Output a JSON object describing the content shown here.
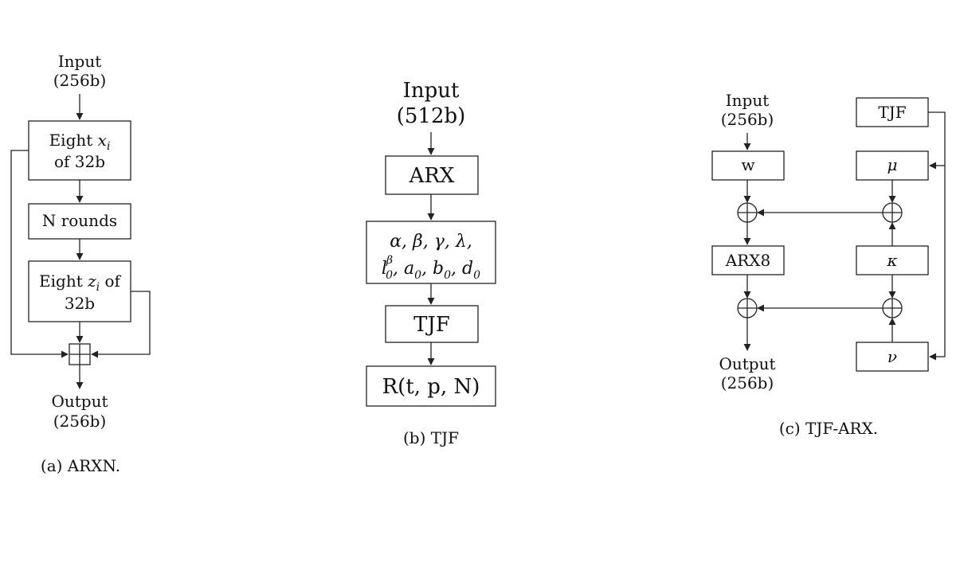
{
  "panel_a": {
    "input_line1": "Input",
    "input_line2": "(256b)",
    "box_eight_x": {
      "prefix": "Eight ",
      "var": "x",
      "sub": "i",
      "line2": "of 32b"
    },
    "box_rounds": "N rounds",
    "box_eight_z": {
      "prefix": "Eight ",
      "var": "z",
      "sub": "i",
      "suffix": " of",
      "line2": "32b"
    },
    "output_line1": "Output",
    "output_line2": "(256b)",
    "caption": "(a) ARXN."
  },
  "panel_b": {
    "input_line1": "Input",
    "input_line2": "(512b)",
    "box_arx": "ARX",
    "params_line1": "α, β, γ, λ,",
    "params_line2": {
      "l": "l",
      "l_sup": "β",
      "l_sub": "0",
      "a": "a",
      "a_sub": "0",
      "b": "b",
      "b_sub": "0",
      "d": "d",
      "d_sub": "0",
      "sep": ", "
    },
    "box_tjf": "TJF",
    "box_r": "R(t, p, N)",
    "caption": "(b) TJF"
  },
  "panel_c": {
    "input_line1": "Input",
    "input_line2": "(256b)",
    "box_w": "w",
    "box_arx8": "ARX8",
    "output_line1": "Output",
    "output_line2": "(256b)",
    "box_tjf": "TJF",
    "box_mu": "μ",
    "box_kappa": "κ",
    "box_nu": "ν",
    "caption": "(c) TJF-ARX."
  },
  "colors": {
    "stroke": "#222222",
    "text": "#111111",
    "background": "#ffffff"
  }
}
